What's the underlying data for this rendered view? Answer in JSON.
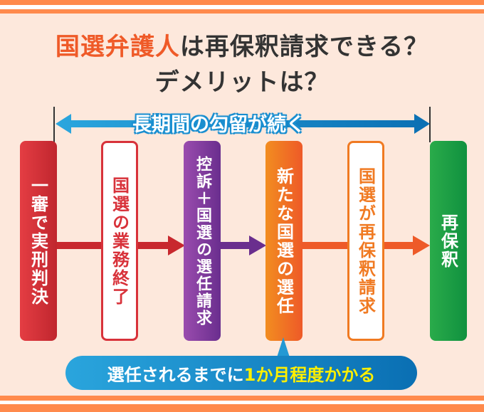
{
  "title": {
    "highlight": "国選弁護人",
    "rest": "は再保釈請求できる？",
    "line2": "デメリットは？"
  },
  "duration": {
    "label": "長期間の勾留が続く"
  },
  "steps": [
    {
      "label": "一審で実刑判決",
      "color": "#d8323a"
    },
    {
      "label": "国選の業務終了",
      "color": "#d8323a"
    },
    {
      "label": "控訴＋国選の選任請求",
      "color": "#7a3a9c"
    },
    {
      "label": "新たな国選の選任",
      "color": "#f07a22"
    },
    {
      "label": "国選が再保釈請求",
      "color": "#f07a22"
    },
    {
      "label": "再保釈",
      "color": "#1e9e48"
    }
  ],
  "note": {
    "text": "選任されるまでに",
    "highlight": "1か月程度かかる"
  }
}
